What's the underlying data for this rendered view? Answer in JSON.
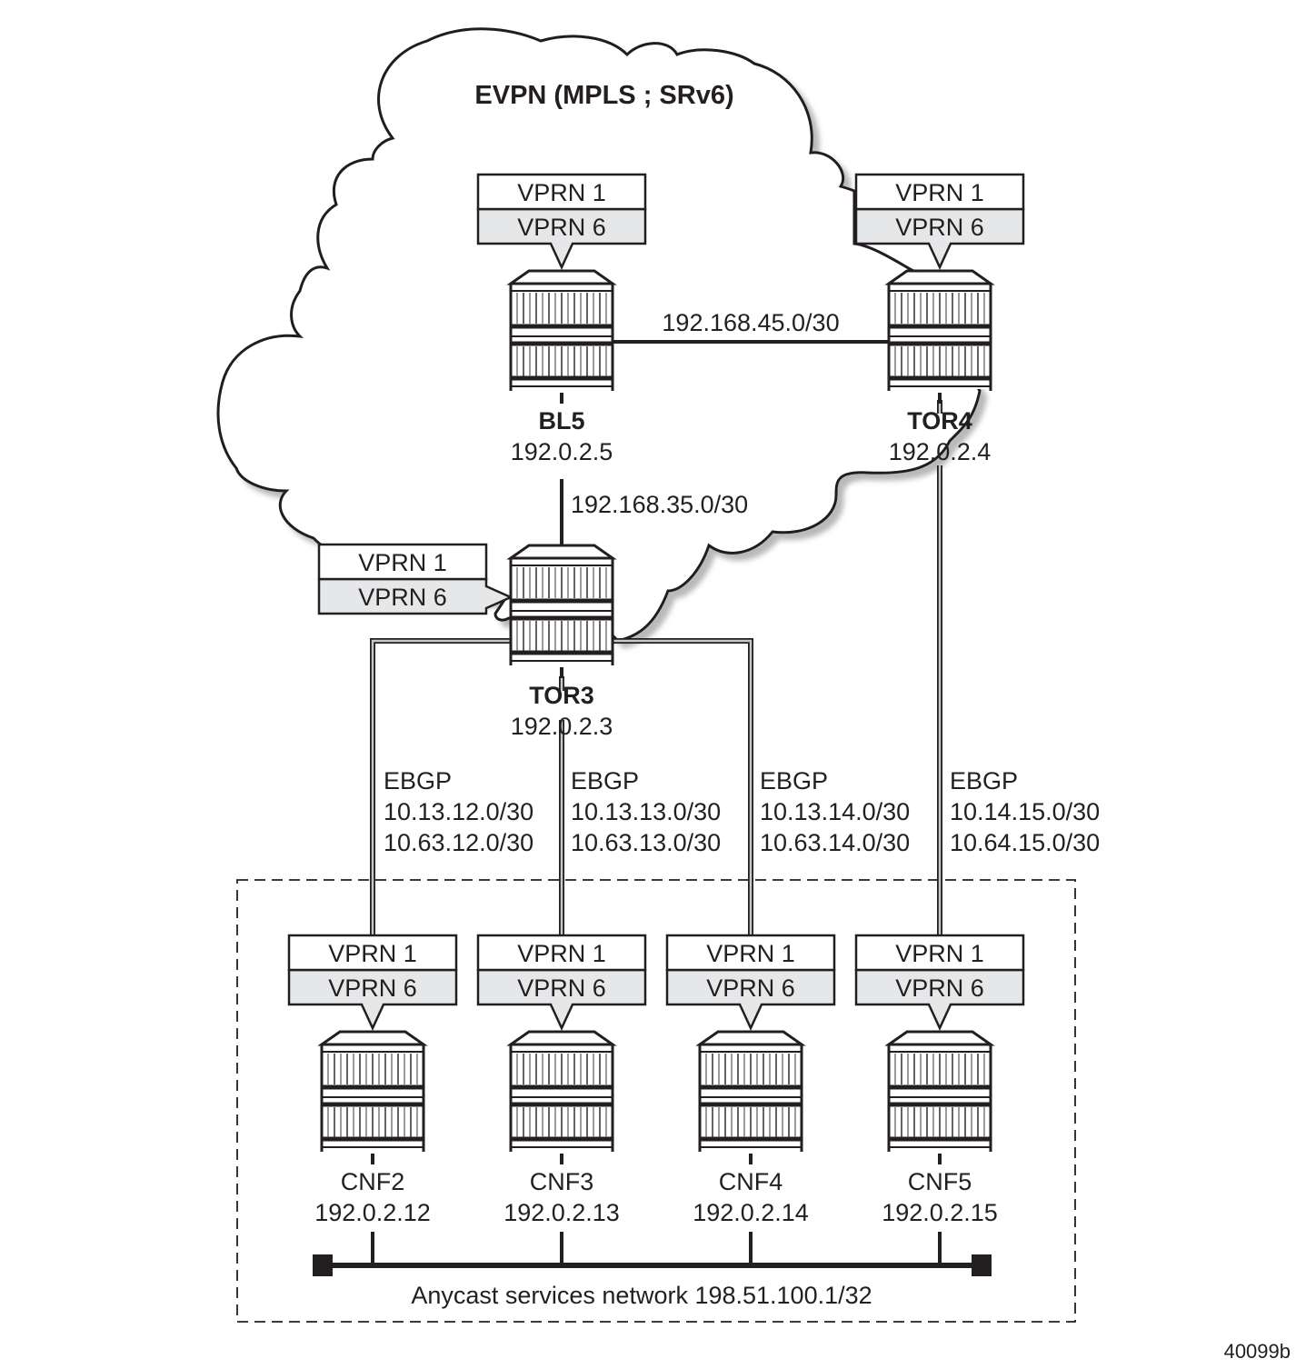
{
  "cloud": {
    "label": "EVPN (MPLS ; SRv6)"
  },
  "routers": [
    {
      "id": "bl5",
      "name": "BL5",
      "ip": "192.0.2.5",
      "name_bold": true,
      "vprn": [
        "VPRN 1",
        "VPRN 6"
      ],
      "callout": "top"
    },
    {
      "id": "tor4",
      "name": "TOR4",
      "ip": "192.0.2.4",
      "name_bold": true,
      "vprn": [
        "VPRN 1",
        "VPRN 6"
      ],
      "callout": "top"
    },
    {
      "id": "tor3",
      "name": "TOR3",
      "ip": "192.0.2.3",
      "name_bold": true,
      "vprn": [
        "VPRN 1",
        "VPRN 6"
      ],
      "callout": "left"
    },
    {
      "id": "cnf2",
      "name": "CNF2",
      "ip": "192.0.2.12",
      "name_bold": false,
      "vprn": [
        "VPRN 1",
        "VPRN 6"
      ],
      "callout": "top"
    },
    {
      "id": "cnf3",
      "name": "CNF3",
      "ip": "192.0.2.13",
      "name_bold": false,
      "vprn": [
        "VPRN 1",
        "VPRN 6"
      ],
      "callout": "top"
    },
    {
      "id": "cnf4",
      "name": "CNF4",
      "ip": "192.0.2.14",
      "name_bold": false,
      "vprn": [
        "VPRN 1",
        "VPRN 6"
      ],
      "callout": "top"
    },
    {
      "id": "cnf5",
      "name": "CNF5",
      "ip": "192.0.2.15",
      "name_bold": false,
      "vprn": [
        "VPRN 1",
        "VPRN 6"
      ],
      "callout": "top"
    }
  ],
  "core_links": [
    {
      "from": "BL5",
      "to": "TOR4",
      "subnet": "192.168.45.0/30"
    },
    {
      "from": "BL5",
      "to": "TOR3",
      "subnet": "192.168.35.0/30"
    }
  ],
  "ebgp_links": [
    {
      "from": "TOR3",
      "to": "CNF2",
      "protocol": "EBGP",
      "subnets": [
        "10.13.12.0/30",
        "10.63.12.0/30"
      ]
    },
    {
      "from": "TOR3",
      "to": "CNF3",
      "protocol": "EBGP",
      "subnets": [
        "10.13.13.0/30",
        "10.63.13.0/30"
      ]
    },
    {
      "from": "TOR3",
      "to": "CNF4",
      "protocol": "EBGP",
      "subnets": [
        "10.13.14.0/30",
        "10.63.14.0/30"
      ]
    },
    {
      "from": "TOR4",
      "to": "CNF5",
      "protocol": "EBGP",
      "subnets": [
        "10.14.15.0/30",
        "10.64.15.0/30"
      ]
    }
  ],
  "anycast": {
    "label": "Anycast services network 198.51.100.1/32"
  },
  "figure_id": "40099b",
  "colors": {
    "line": "#231f20",
    "vprn6_fill": "#e6e7e8",
    "shadow": "#bcbec0",
    "ebgp_fill": "#c7c8ca"
  }
}
